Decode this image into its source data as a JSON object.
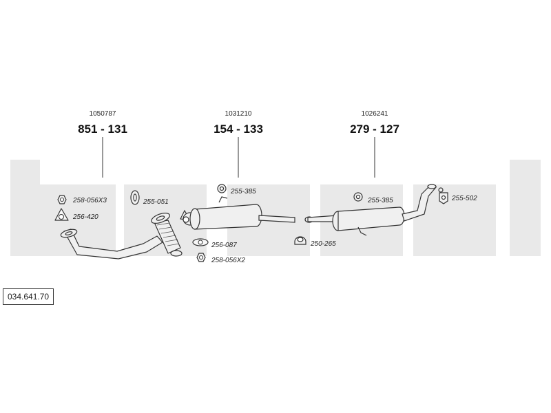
{
  "diagram": {
    "code": "034.641.70",
    "watermark_color": "#e9e9e9",
    "line_color": "#333333",
    "pipe_fill": "#f0f0f0",
    "assemblies": [
      {
        "ref": "1050787",
        "part": "851 - 131"
      },
      {
        "ref": "1031210",
        "part": "154 - 133"
      },
      {
        "ref": "1026241",
        "part": "279 - 127"
      }
    ],
    "components": [
      {
        "label": "258-056X3",
        "icon": "hex-nut-icon"
      },
      {
        "label": "256-420",
        "icon": "triangle-gasket-icon"
      },
      {
        "label": "255-051",
        "icon": "rubber-mount-icon"
      },
      {
        "label": "255-385",
        "icon": "rubber-ring-icon"
      },
      {
        "label": "256-087",
        "icon": "oval-gasket-icon"
      },
      {
        "label": "258-056X2",
        "icon": "hex-nut-icon"
      },
      {
        "label": "250-265",
        "icon": "pipe-clamp-icon"
      },
      {
        "label": "255-385",
        "icon": "rubber-ring-icon"
      },
      {
        "label": "255-502",
        "icon": "hanger-bracket-icon"
      }
    ]
  }
}
